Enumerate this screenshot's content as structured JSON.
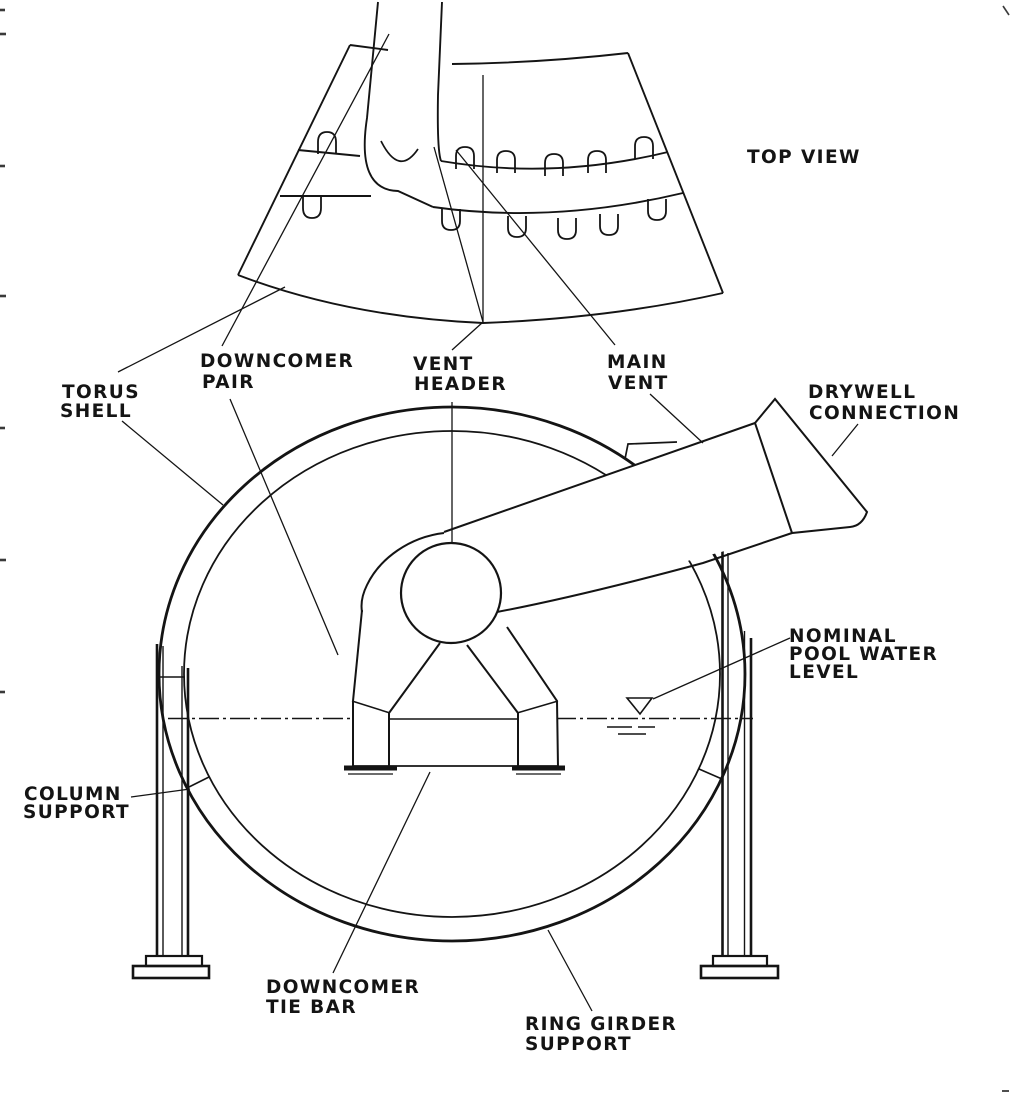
{
  "colors": {
    "ink": "#141414",
    "paper": "#ffffff"
  },
  "labels": {
    "top_view": "TOP VIEW",
    "torus_shell": {
      "l1": "TORUS",
      "l2": "SHELL"
    },
    "downcomer_pair": {
      "l1": "DOWNCOMER",
      "l2": "PAIR"
    },
    "vent_header": {
      "l1": "VENT",
      "l2": "HEADER"
    },
    "main_vent": {
      "l1": "MAIN",
      "l2": "VENT"
    },
    "drywell_connection": {
      "l1": "DRYWELL",
      "l2": "CONNECTION"
    },
    "nominal_pool_water_level": {
      "l1": "NOMINAL",
      "l2": "POOL WATER",
      "l3": "LEVEL"
    },
    "column_support": {
      "l1": "COLUMN",
      "l2": "SUPPORT"
    },
    "downcomer_tie_bar": {
      "l1": "DOWNCOMER",
      "l2": "TIE BAR"
    },
    "ring_girder_support": {
      "l1": "RING GIRDER",
      "l2": "SUPPORT"
    }
  }
}
